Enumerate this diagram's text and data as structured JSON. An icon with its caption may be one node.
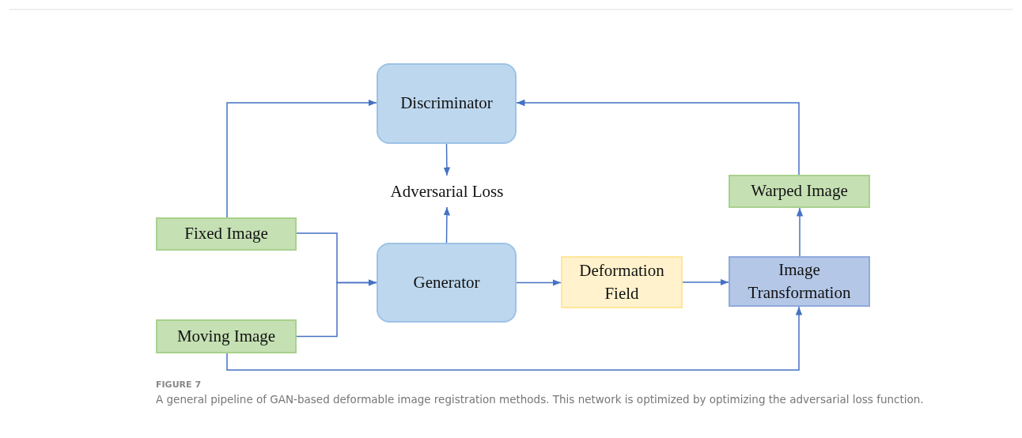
{
  "diagram": {
    "caption": "A general pipeline of GAN-based deformable image registration methods. This network is optimized by optimizing the adversarial loss function.",
    "nodes": [
      {
        "text": [
          "Discriminator"
        ]
      },
      {
        "text": [
          "Adversarial Loss"
        ]
      },
      {
        "text": [
          "Fixed Image"
        ]
      },
      {
        "text": [
          "Generator"
        ]
      },
      {
        "text": [
          "Deformation Field"
        ]
      },
      {
        "text": [
          "Warped Image"
        ]
      },
      {
        "text": [
          "Image Transformation"
        ]
      },
      {
        "text": [
          "Moving Image"
        ]
      }
    ],
    "edges": [
      {
        "from": 2,
        "to": 0,
        "arrow": "to"
      },
      {
        "from": 0,
        "to": 1,
        "arrow": "to"
      },
      {
        "from": 3,
        "to": 1,
        "arrow": "to"
      },
      {
        "from": 2,
        "to": 3,
        "arrow": "to"
      },
      {
        "from": 7,
        "to": 3,
        "arrow": "to"
      },
      {
        "from": 3,
        "to": 4,
        "arrow": "to"
      },
      {
        "from": 4,
        "to": 6,
        "arrow": "to"
      },
      {
        "from": 6,
        "to": 5,
        "arrow": "to"
      },
      {
        "from": 5,
        "to": 0,
        "arrow": "to"
      },
      {
        "from": 7,
        "to": 6,
        "arrow": "to"
      }
    ],
    "labels": [
      "FIGURE 7"
    ]
  }
}
